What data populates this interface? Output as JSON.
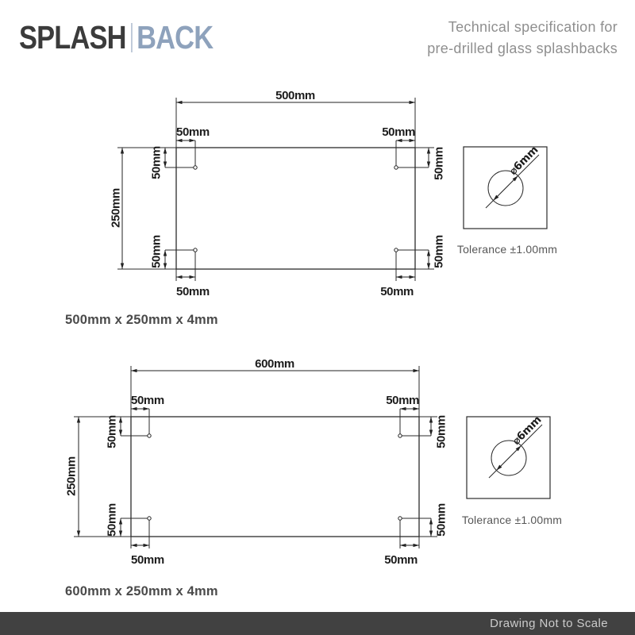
{
  "header": {
    "logo": {
      "primary": "SPLASH",
      "secondary": "BACK"
    },
    "title_line1": "Technical specification for",
    "title_line2": "pre-drilled glass splashbacks"
  },
  "drawing1": {
    "width_label": "500mm",
    "height_label": "250mm",
    "offset_label": "50mm",
    "caption": "500mm x 250mm x 4mm"
  },
  "drawing2": {
    "width_label": "600mm",
    "height_label": "250mm",
    "offset_label": "50mm",
    "caption": "600mm x 250mm x 4mm"
  },
  "hole_detail": {
    "diameter_label": "⌀6mm",
    "tolerance_label": "Tolerance ±1.00mm"
  },
  "footer": {
    "note": "Drawing Not to Scale"
  },
  "colors": {
    "logo_primary": "#3b3b3b",
    "logo_secondary": "#8ea2bc",
    "title_text": "#8f8f8f",
    "drawing_lines": "#222222",
    "caption_text": "#4a4a4a",
    "footer_background": "#414141",
    "footer_text": "#cbcbcb"
  }
}
